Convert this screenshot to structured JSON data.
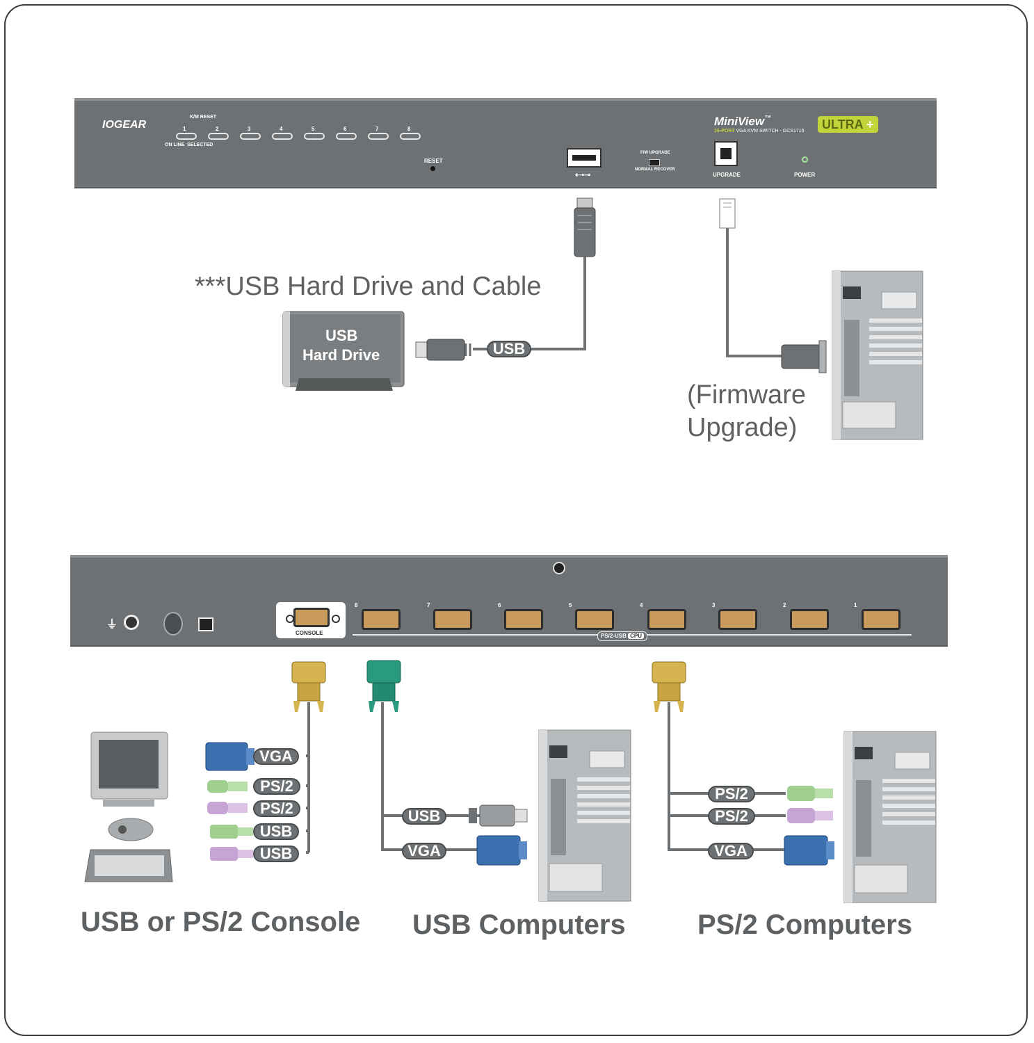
{
  "top_panel": {
    "brand": "IOGEAR",
    "km_reset": "K/M RESET",
    "port_numbers": [
      "1",
      "2",
      "3",
      "4",
      "5",
      "6",
      "7",
      "8"
    ],
    "online": "ON LINE",
    "selected": "SELECTED",
    "reset": "RESET",
    "fw_upgrade": "F/W UPGRADE",
    "normal_recover": "NORMAL RECOVER",
    "upgrade": "UPGRADE",
    "power": "POWER",
    "product_name": "MiniView",
    "product_tm": "™",
    "ultra": "ULTRA",
    "ultra_plus": "+",
    "subtitle_port": "16-PORT",
    "subtitle_rest": "VGA KVM SWITCH - GCS1716"
  },
  "back_panel": {
    "console": "CONSOLE",
    "port_numbers": [
      "8",
      "7",
      "6",
      "5",
      "4",
      "3",
      "2",
      "1"
    ],
    "ps2usb": "PS/2-USB",
    "cpu": "CPU"
  },
  "labels": {
    "usb_hd_cable": "***USB Hard Drive and Cable",
    "usb_hd_line1": "USB",
    "usb_hd_line2": "Hard Drive",
    "usb": "USB",
    "firmware_line1": "(Firmware",
    "firmware_line2": "Upgrade)",
    "vga": "VGA",
    "ps2": "PS/2"
  },
  "captions": {
    "console": "USB or PS/2 Console",
    "usb_computers": "USB Computers",
    "ps2_computers": "PS/2 Computers"
  },
  "colors": {
    "panel": "#6d7173",
    "accent_green": "#c3d43a",
    "connector_gold": "#d6b450",
    "connector_teal": "#2a9a7e",
    "vga_blue": "#3a6fb0",
    "ps2_green": "#9fcf8f",
    "ps2_purple": "#c7a4d6"
  }
}
